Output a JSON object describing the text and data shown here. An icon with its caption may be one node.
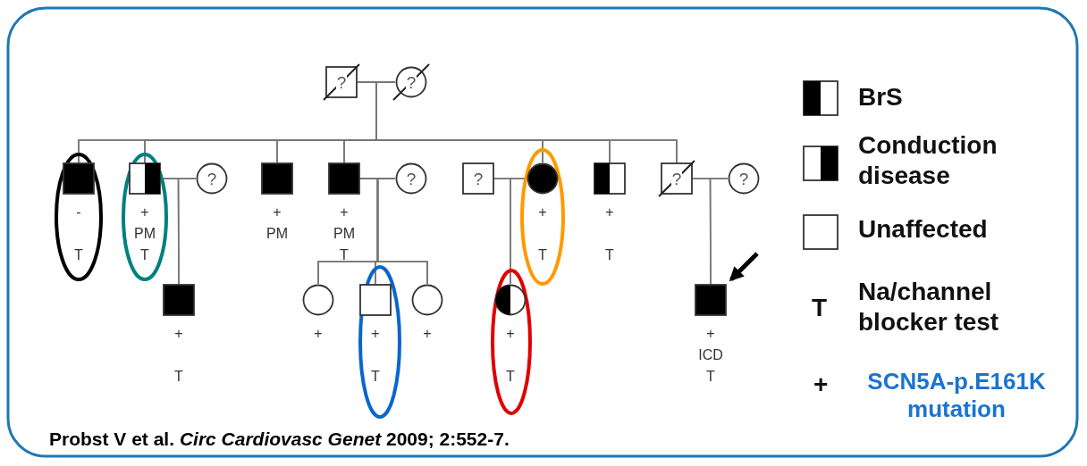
{
  "diagram": {
    "caption": "Probst V et al. *Circ Cardiovasc Genet* 2009; 2:552-7.",
    "nodes": [
      {
        "text": [
          "?"
        ]
      },
      {
        "text": [
          "?"
        ]
      },
      {
        "text": [],
        "shape": "box",
        "beside": [
          "-",
          "T"
        ]
      },
      {
        "text": [],
        "shape": "box",
        "beside": [
          "+",
          "PM",
          "T"
        ]
      },
      {
        "text": [
          "?"
        ]
      },
      {
        "text": [],
        "shape": "box",
        "beside": [
          "+",
          "PM"
        ]
      },
      {
        "text": [],
        "shape": "box",
        "beside": [
          "+",
          "PM",
          "T"
        ]
      },
      {
        "text": [
          "?"
        ]
      },
      {
        "text": [
          "?"
        ]
      },
      {
        "text": [],
        "shape": "circle",
        "beside": [
          "+",
          "T"
        ]
      },
      {
        "text": [],
        "shape": "box",
        "beside": [
          "+",
          "T"
        ]
      },
      {
        "text": [
          "?"
        ]
      },
      {
        "text": [
          "?"
        ]
      },
      {
        "text": [],
        "shape": "box",
        "beside": [
          "+",
          "T"
        ]
      },
      {
        "text": [],
        "shape": "circle",
        "beside": [
          "+"
        ]
      },
      {
        "text": [],
        "shape": "box",
        "beside": [
          "+",
          "T"
        ]
      },
      {
        "text": [],
        "shape": "circle",
        "beside": [
          "+"
        ]
      },
      {
        "text": [],
        "shape": "circle",
        "beside": [
          "+",
          "T"
        ]
      },
      {
        "text": [],
        "shape": "box",
        "beside": [
          "+",
          "ICD",
          "T"
        ]
      }
    ],
    "edges": [
      {
        "from": 0,
        "to": 1,
        "arrow": "none"
      },
      {
        "from": 0,
        "to": 2,
        "arrow": "none"
      },
      {
        "from": 1,
        "to": 2,
        "arrow": "none"
      },
      {
        "from": 0,
        "to": 3,
        "arrow": "none"
      },
      {
        "from": 1,
        "to": 3,
        "arrow": "none"
      },
      {
        "from": 0,
        "to": 5,
        "arrow": "none"
      },
      {
        "from": 1,
        "to": 5,
        "arrow": "none"
      },
      {
        "from": 0,
        "to": 6,
        "arrow": "none"
      },
      {
        "from": 1,
        "to": 6,
        "arrow": "none"
      },
      {
        "from": 0,
        "to": 9,
        "arrow": "none"
      },
      {
        "from": 1,
        "to": 9,
        "arrow": "none"
      },
      {
        "from": 0,
        "to": 10,
        "arrow": "none"
      },
      {
        "from": 1,
        "to": 10,
        "arrow": "none"
      },
      {
        "from": 0,
        "to": 11,
        "arrow": "none"
      },
      {
        "from": 1,
        "to": 11,
        "arrow": "none"
      },
      {
        "from": 3,
        "to": 4,
        "arrow": "none"
      },
      {
        "from": 3,
        "to": 13,
        "arrow": "none"
      },
      {
        "from": 4,
        "to": 13,
        "arrow": "none"
      },
      {
        "from": 6,
        "to": 7,
        "arrow": "none"
      },
      {
        "from": 6,
        "to": 14,
        "arrow": "none"
      },
      {
        "from": 7,
        "to": 14,
        "arrow": "none"
      },
      {
        "from": 6,
        "to": 15,
        "arrow": "none"
      },
      {
        "from": 7,
        "to": 15,
        "arrow": "none"
      },
      {
        "from": 6,
        "to": 16,
        "arrow": "none"
      },
      {
        "from": 7,
        "to": 16,
        "arrow": "none"
      },
      {
        "from": 8,
        "to": 9,
        "arrow": "none"
      },
      {
        "from": 8,
        "to": 17,
        "arrow": "none"
      },
      {
        "from": 9,
        "to": 17,
        "arrow": "none"
      },
      {
        "from": 11,
        "to": 12,
        "arrow": "none"
      },
      {
        "from": 11,
        "to": 18,
        "arrow": "none"
      },
      {
        "from": 12,
        "to": 18,
        "arrow": "none"
      },
      {
        "from": null,
        "to": 18,
        "arrow": "to",
        "style": "thick",
        "color": "#000000"
      }
    ],
    "labels": [
      "T",
      "+"
    ],
    "legend": [
      {
        "text": "BrS"
      },
      {
        "text": "Conduction disease"
      },
      {
        "text": "Unaffected"
      },
      {
        "text": "Na/channel blocker test"
      },
      {
        "text": "SCN5A-p.E161K mutation"
      }
    ]
  }
}
